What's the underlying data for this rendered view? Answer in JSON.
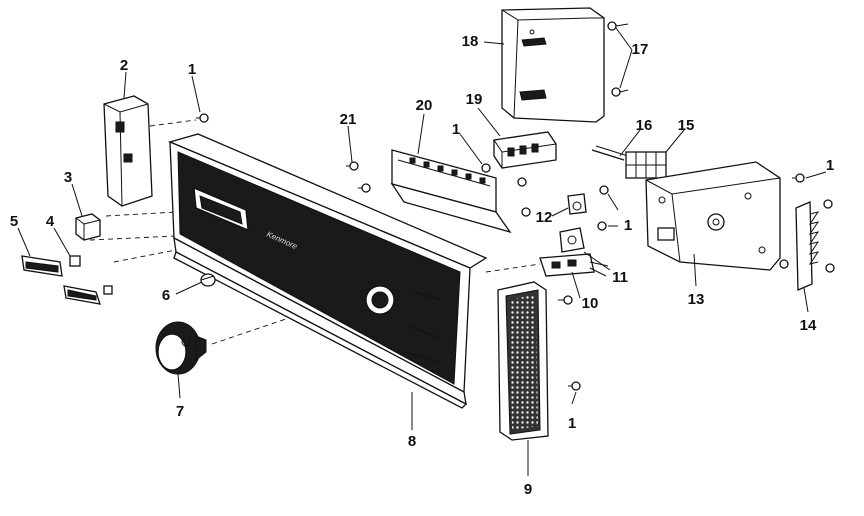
{
  "diagram": {
    "brand_text": "Kenmore",
    "callouts": [
      {
        "id": "c1a",
        "label": "1"
      },
      {
        "id": "c1b",
        "label": "1"
      },
      {
        "id": "c1c",
        "label": "1"
      },
      {
        "id": "c1d",
        "label": "1"
      },
      {
        "id": "c1e",
        "label": "1"
      },
      {
        "id": "c2",
        "label": "2"
      },
      {
        "id": "c3",
        "label": "3"
      },
      {
        "id": "c4",
        "label": "4"
      },
      {
        "id": "c5",
        "label": "5"
      },
      {
        "id": "c6",
        "label": "6"
      },
      {
        "id": "c7",
        "label": "7"
      },
      {
        "id": "c8",
        "label": "8"
      },
      {
        "id": "c9",
        "label": "9"
      },
      {
        "id": "c10",
        "label": "10"
      },
      {
        "id": "c11",
        "label": "11"
      },
      {
        "id": "c12",
        "label": "12"
      },
      {
        "id": "c13",
        "label": "13"
      },
      {
        "id": "c14",
        "label": "14"
      },
      {
        "id": "c15",
        "label": "15"
      },
      {
        "id": "c16",
        "label": "16"
      },
      {
        "id": "c17",
        "label": "17"
      },
      {
        "id": "c18",
        "label": "18"
      },
      {
        "id": "c19",
        "label": "19"
      },
      {
        "id": "c20",
        "label": "20"
      },
      {
        "id": "c21",
        "label": "21"
      }
    ]
  }
}
